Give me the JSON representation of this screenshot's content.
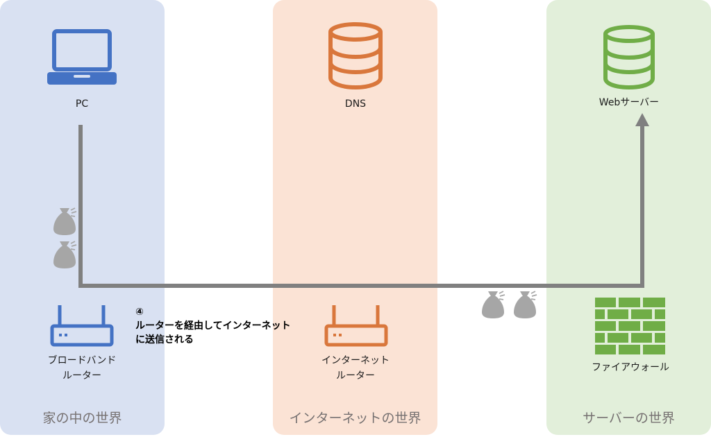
{
  "zones": {
    "home": {
      "title": "家の中の世界",
      "color": "#d9e1f2"
    },
    "internet": {
      "title": "インターネットの世界",
      "color": "#fbe3d5"
    },
    "server": {
      "title": "サーバーの世界",
      "color": "#e2efda"
    }
  },
  "nodes": {
    "pc": {
      "label": "PC",
      "icon": "laptop-icon",
      "color": "#4472c4"
    },
    "dns": {
      "label": "DNS",
      "icon": "database-icon",
      "color": "#d9773c"
    },
    "web_server": {
      "label": "Webサーバー",
      "icon": "database-icon",
      "color": "#70ad47"
    },
    "broadband_router": {
      "label_line1": "ブロードバンド",
      "label_line2": "ルーター",
      "icon": "router-icon",
      "color": "#4472c4"
    },
    "internet_router": {
      "label_line1": "インターネット",
      "label_line2": "ルーター",
      "icon": "router-icon",
      "color": "#d9773c"
    },
    "firewall": {
      "label": "ファイアウォール",
      "icon": "brick-wall-icon",
      "color": "#70ad47"
    }
  },
  "step": {
    "number": "④",
    "line1": "ルーターを経由してインターネット",
    "line2": "に送信される"
  },
  "path_color": "#808080",
  "packet_icon": "money-bag-icon",
  "packet_color": "#a6a6a6"
}
